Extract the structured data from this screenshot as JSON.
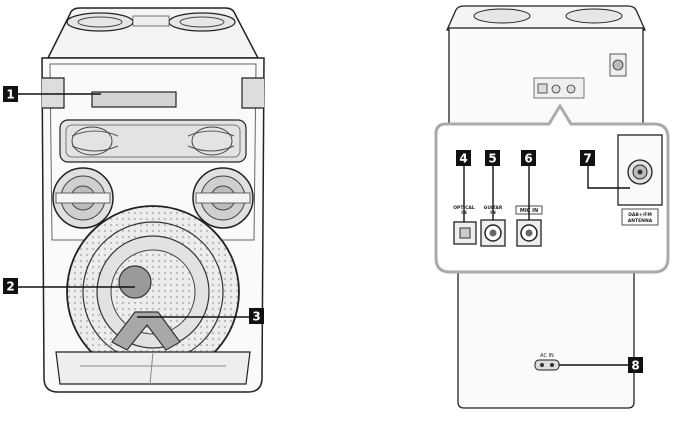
{
  "callouts": [
    {
      "id": "1"
    },
    {
      "id": "2"
    },
    {
      "id": "3"
    },
    {
      "id": "4"
    },
    {
      "id": "5"
    },
    {
      "id": "6"
    },
    {
      "id": "7"
    },
    {
      "id": "8"
    }
  ],
  "port_labels": {
    "optical": [
      "OPTICAL",
      "IN"
    ],
    "guitar": [
      "GUITAR",
      "IN"
    ],
    "mic": [
      "MIC IN"
    ],
    "antenna": [
      "DAB+/FM",
      "ANTENNA"
    ],
    "ac": [
      "AC IN"
    ]
  }
}
